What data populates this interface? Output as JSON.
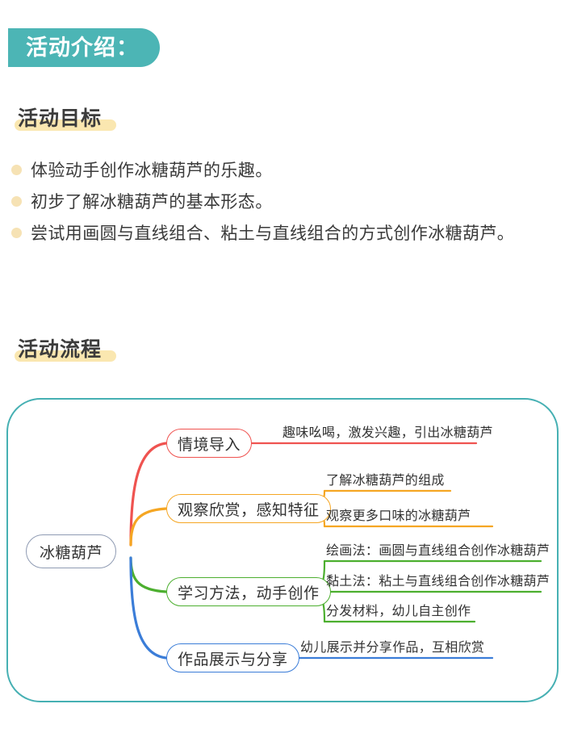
{
  "header": {
    "title": "活动介绍：",
    "banner_color": "#4cb5b5"
  },
  "sections": {
    "goal": {
      "heading": "活动目标",
      "highlight_color": "#fae7b0",
      "bullet_color": "#f6e2b4",
      "items": [
        "体验动手创作冰糖葫芦的乐趣。",
        "初步了解冰糖葫芦的基本形态。",
        "尝试用画圆与直线组合、粘土与直线组合的方式创作冰糖葫芦。"
      ]
    },
    "flow": {
      "heading": "活动流程",
      "highlight_color": "#fae7b0"
    }
  },
  "mindmap": {
    "border_color": "#46b0b3",
    "root": {
      "label": "冰糖葫芦",
      "border_color": "#8f9bb3"
    },
    "branches": [
      {
        "label": "情境导入",
        "color": "#ef5350",
        "leaves": [
          "趣味吆喝，激发兴趣，引出冰糖葫芦"
        ]
      },
      {
        "label": "观察欣赏，感知特征",
        "color": "#f5a623",
        "leaves": [
          "了解冰糖葫芦的组成",
          "观察更多口味的冰糖葫芦"
        ]
      },
      {
        "label": "学习方法，动手创作",
        "color": "#4caf2f",
        "leaves": [
          "绘画法：画圆与直线组合创作冰糖葫芦",
          "黏土法：粘土与直线组合创作冰糖葫芦",
          "分发材料，幼儿自主创作"
        ]
      },
      {
        "label": "作品展示与分享",
        "color": "#3b7dd8",
        "leaves": [
          "幼儿展示并分享作品，互相欣赏"
        ]
      }
    ]
  }
}
